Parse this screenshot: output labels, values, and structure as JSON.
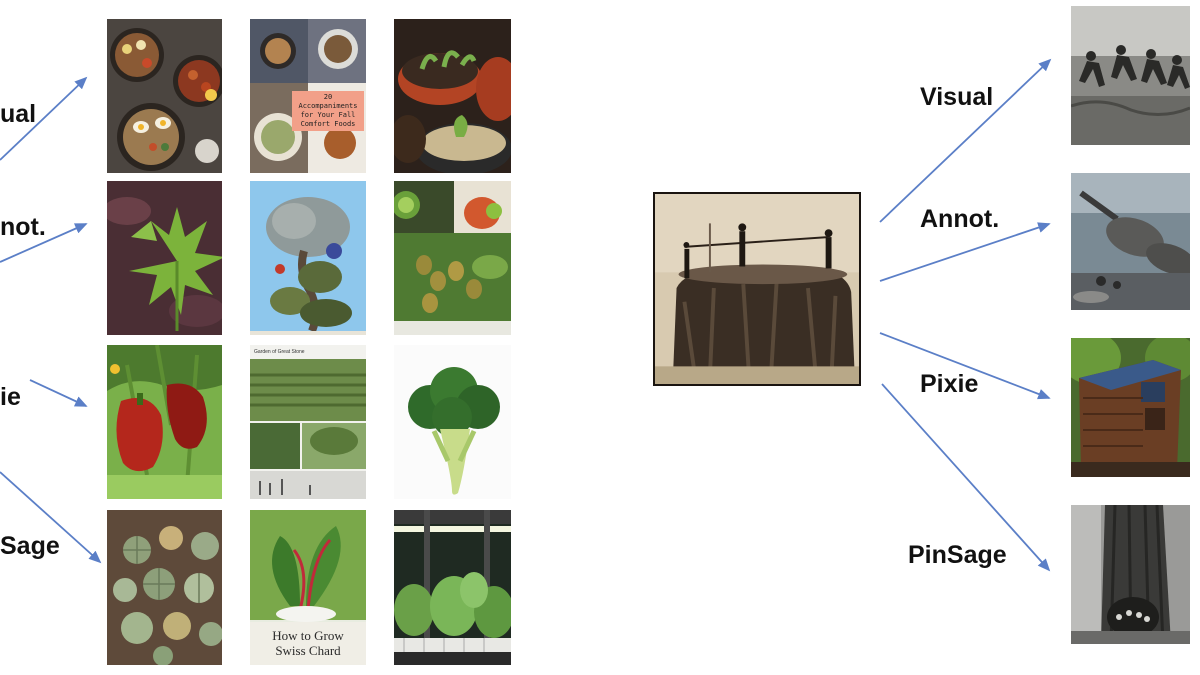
{
  "left_panel": {
    "labels": [
      "ual",
      "not.",
      "ie",
      "Sage"
    ]
  },
  "right_panel": {
    "labels": [
      "Visual",
      "Annot.",
      "Pixie",
      "PinSage"
    ]
  },
  "tile_texts": {
    "recipe_overlay": "20 Accompaniments for Your Fall Comfort Foods",
    "garden_header": "Garden of Great Stone",
    "chard_caption": "How to Grow Swiss Chard"
  },
  "colors": {
    "arrow": "#5b7fc7",
    "background": "#ffffff"
  }
}
